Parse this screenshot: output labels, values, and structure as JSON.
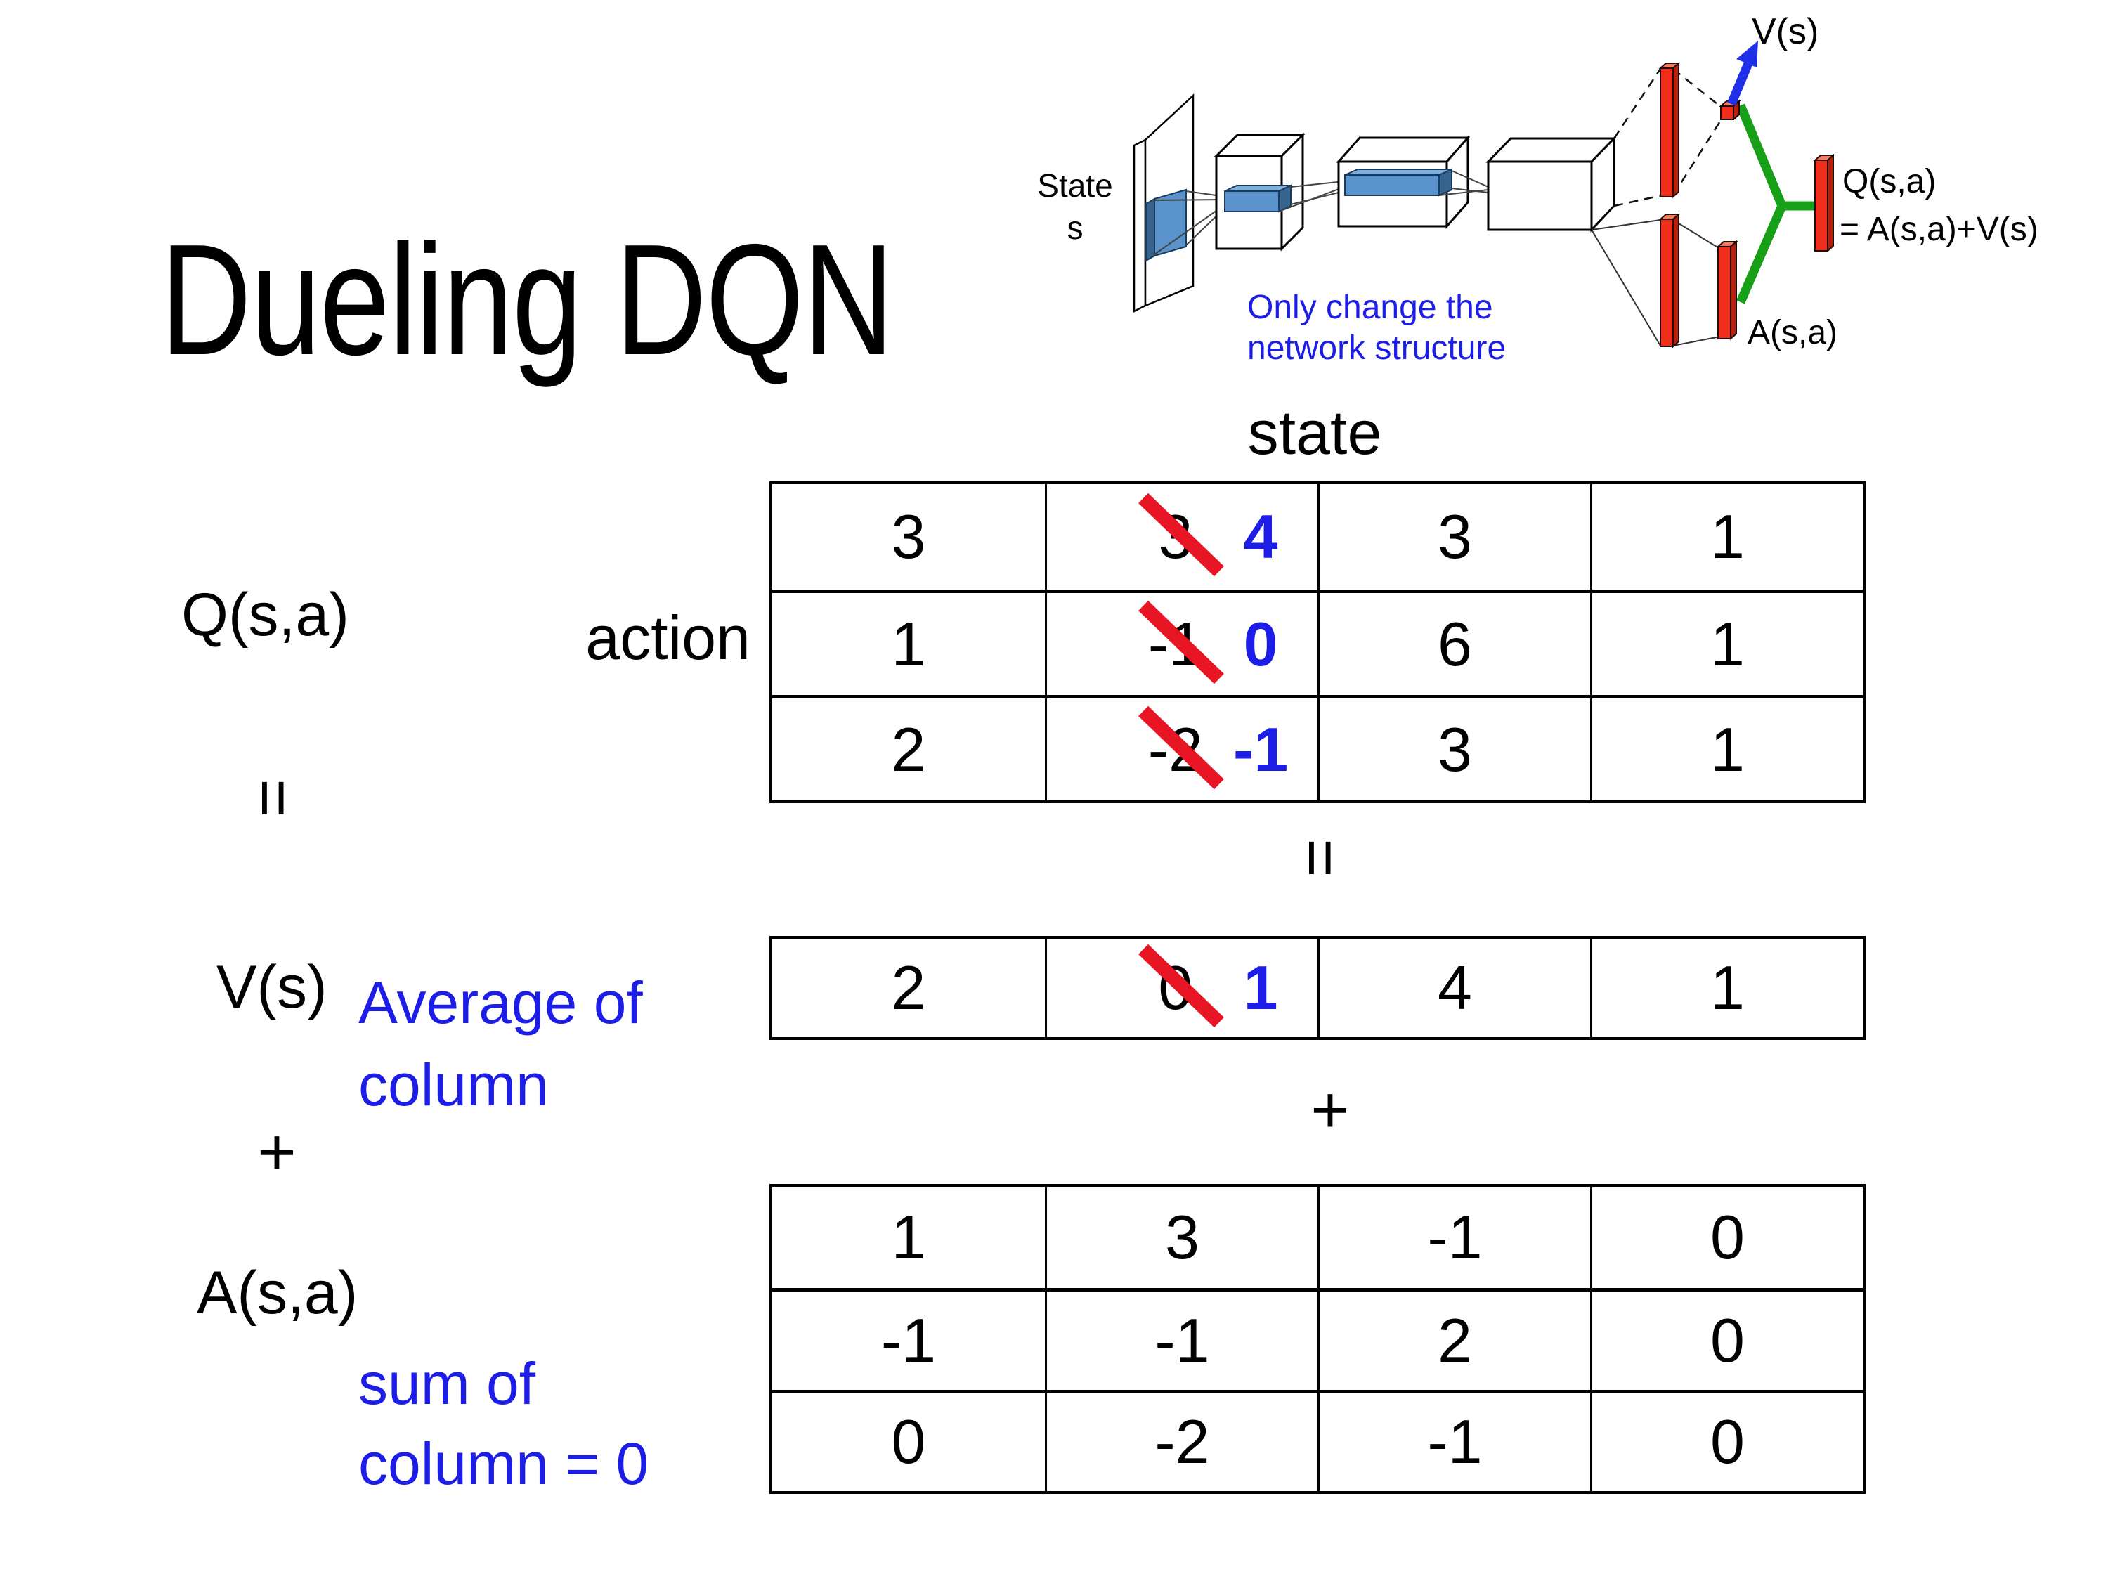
{
  "slide": {
    "title": "Dueling DQN"
  },
  "colors": {
    "accent_blue": "#1d1de8",
    "strike_red": "#e81525",
    "bar_red": "#ee2d1a",
    "bar_red_side": "#b51f0c",
    "bar_red_top": "#f87a60",
    "slab_blue": "#5b93cd",
    "slab_blue_side": "#36648f",
    "slab_blue_edge": "#1a3a5c",
    "green": "#17a017",
    "arrow_blue": "#2030e8",
    "line_dark": "#333333"
  },
  "diagram": {
    "state_label": "State",
    "state_sub": "s",
    "v_out_label": "V(s)",
    "q_out_line1": "Q(s,a)",
    "q_out_line2": "= A(s,a)+V(s)",
    "a_out_label": "A(s,a)",
    "note_line1": "Only change the",
    "note_line2": "network structure"
  },
  "equation": {
    "q_term": "Q(s,a)",
    "equals_left": "=",
    "v_term": "V(s)",
    "plus_left": "+",
    "a_term": "A(s,a)",
    "action_label": "action",
    "state_header": "state",
    "equals_center": "=",
    "plus_center": "+",
    "v_note_line1": "Average of",
    "v_note_line2": "column",
    "a_note_line1": "sum of",
    "a_note_line2": "column = 0"
  },
  "q_table": {
    "rows": [
      [
        {
          "value": "3"
        },
        {
          "value": "3",
          "struck": true,
          "replacement": "4"
        },
        {
          "value": "3"
        },
        {
          "value": "1"
        }
      ],
      [
        {
          "value": "1"
        },
        {
          "value": "-1",
          "struck": true,
          "replacement": "0"
        },
        {
          "value": "6"
        },
        {
          "value": "1"
        }
      ],
      [
        {
          "value": "2"
        },
        {
          "value": "-2",
          "struck": true,
          "replacement": "-1"
        },
        {
          "value": "3"
        },
        {
          "value": "1"
        }
      ]
    ]
  },
  "v_table": {
    "rows": [
      [
        {
          "value": "2"
        },
        {
          "value": "0",
          "struck": true,
          "replacement": "1"
        },
        {
          "value": "4"
        },
        {
          "value": "1"
        }
      ]
    ]
  },
  "a_table": {
    "rows": [
      [
        {
          "value": "1"
        },
        {
          "value": "3"
        },
        {
          "value": "-1"
        },
        {
          "value": "0"
        }
      ],
      [
        {
          "value": "-1"
        },
        {
          "value": "-1"
        },
        {
          "value": "2"
        },
        {
          "value": "0"
        }
      ],
      [
        {
          "value": "0"
        },
        {
          "value": "-2"
        },
        {
          "value": "-1"
        },
        {
          "value": "0"
        }
      ]
    ]
  }
}
